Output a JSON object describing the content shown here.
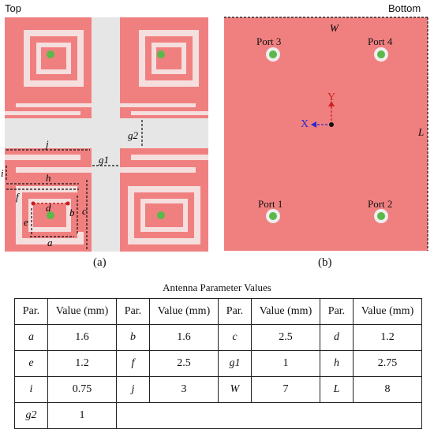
{
  "figure": {
    "top_label": "Top",
    "bottom_label": "Bottom",
    "caption_a": "(a)",
    "caption_b": "(b)",
    "dimension_labels": [
      "j",
      "i",
      "h",
      "f",
      "d",
      "b",
      "c",
      "e",
      "a",
      "g1",
      "g2"
    ],
    "bottom_dims": {
      "W": "W",
      "L": "L"
    },
    "ports": [
      "Port 3",
      "Port 4",
      "Port 1",
      "Port 2"
    ],
    "axes": {
      "x": "X",
      "y": "Y"
    },
    "colors": {
      "patch": "#f08080",
      "gap": "#f5dede",
      "background": "#e6e6e6",
      "port": "#5bb84a",
      "axis_x": "#2a2acc",
      "axis_y": "#cc2222"
    }
  },
  "table": {
    "title": "Antenna Parameter Values",
    "headers": [
      "Par.",
      "Value (mm)",
      "Par.",
      "Value (mm)",
      "Par.",
      "Value (mm)",
      "Par.",
      "Value (mm)"
    ],
    "rows": [
      [
        "a",
        "1.6",
        "b",
        "1.6",
        "c",
        "2.5",
        "d",
        "1.2"
      ],
      [
        "e",
        "1.2",
        "f",
        "2.5",
        "g1",
        "1",
        "h",
        "2.75"
      ],
      [
        "i",
        "0.75",
        "j",
        "3",
        "W",
        "7",
        "L",
        "8"
      ],
      [
        "g2",
        "1"
      ]
    ]
  }
}
